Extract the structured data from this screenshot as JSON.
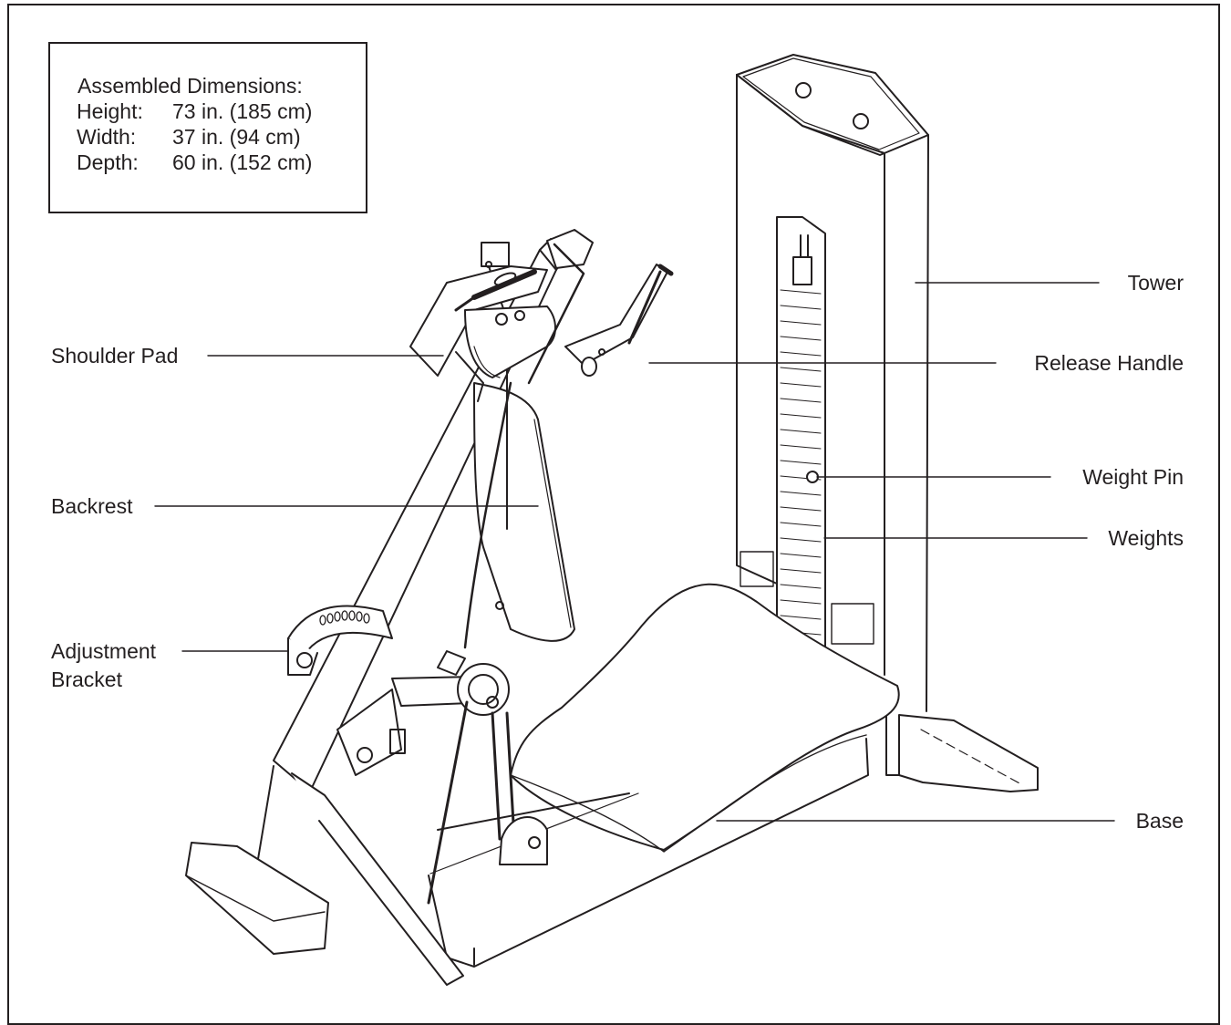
{
  "dimensions": {
    "title": "Assembled Dimensions:",
    "rows": [
      {
        "key": "Height:",
        "value": "73 in. (185 cm)"
      },
      {
        "key": "Width:",
        "value": "37 in. (94 cm)"
      },
      {
        "key": "Depth:",
        "value": "60 in. (152 cm)"
      }
    ]
  },
  "callouts": {
    "tower": "Tower",
    "shoulder_pad": "Shoulder Pad",
    "release_handle": "Release Handle",
    "weight_pin": "Weight Pin",
    "backrest": "Backrest",
    "weights": "Weights",
    "adjustment_bracket_line1": "Adjustment",
    "adjustment_bracket_line2": "Bracket",
    "base": "Base"
  },
  "colors": {
    "ink": "#231f20",
    "paper": "#ffffff"
  }
}
